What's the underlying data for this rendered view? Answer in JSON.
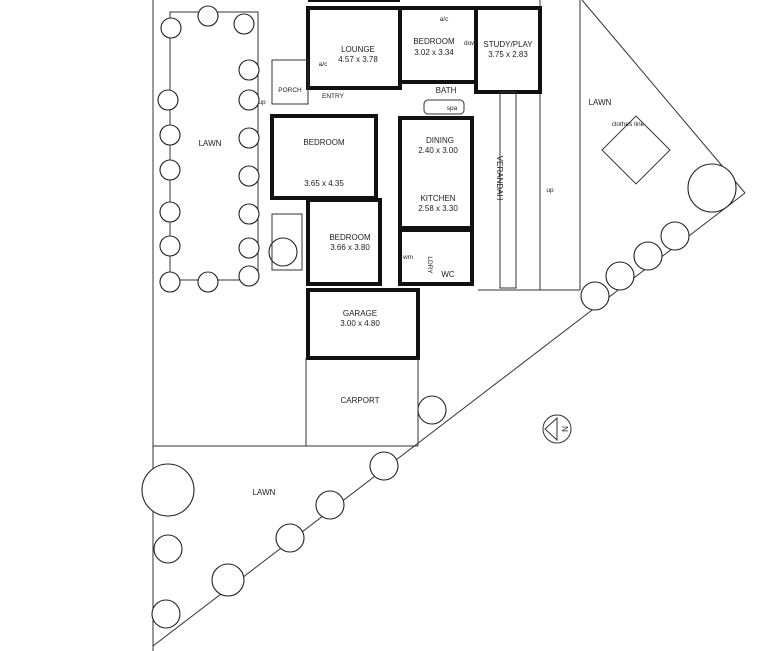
{
  "title": "Floor plan",
  "rooms": {
    "lounge": {
      "name": "LOUNGE",
      "size": "4.57 x 3.78"
    },
    "bedroom1": {
      "name": "BEDROOM",
      "size": "3.02 x 3.34"
    },
    "study": {
      "name": "STUDY/PLAY",
      "size": "3.75 x 2.83"
    },
    "bedroom2": {
      "name": "BEDROOM",
      "size": "3.65 x 4.35"
    },
    "dining": {
      "name": "DINING",
      "size": "2.40 x 3.00"
    },
    "kitchen": {
      "name": "KITCHEN",
      "size": "2.58 x 3.30"
    },
    "bedroom3": {
      "name": "BEDROOM",
      "size": "3.66 x 3.80"
    },
    "garage": {
      "name": "GARAGE",
      "size": "3.00 x 4.80"
    },
    "carport": {
      "name": "CARPORT"
    },
    "bath": {
      "name": "BATH"
    },
    "wc": {
      "name": "WC"
    },
    "laundry": {
      "name": "LDRY"
    },
    "porch": {
      "name": "PORCH"
    },
    "entry": {
      "name": "ENTRY"
    },
    "verandah": {
      "name": "VERANDAH"
    }
  },
  "labels": {
    "lawn": "LAWN",
    "ac": "a/c",
    "up": "up",
    "down": "dow",
    "spa": "spa",
    "wm": "wm",
    "clothes_line": "clothes line",
    "north": "N"
  }
}
